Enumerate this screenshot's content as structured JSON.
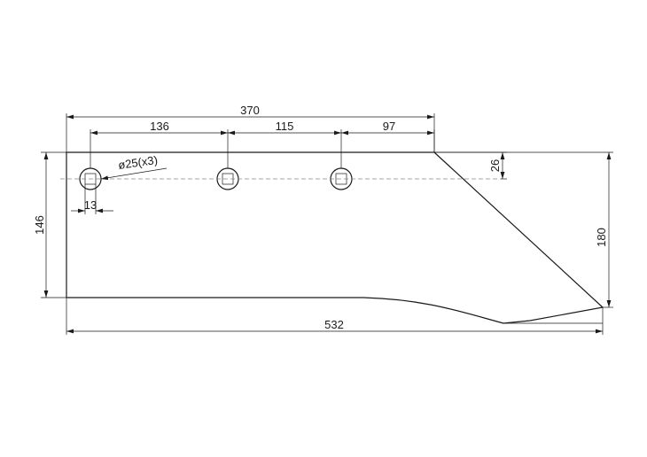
{
  "dimensions": {
    "overall_top": "370",
    "spacing_1": "136",
    "spacing_2": "115",
    "spacing_3": "97",
    "hole_label": "ø25(x3)",
    "hole_offset": "13",
    "left_height": "146",
    "top_offset": "26",
    "right_height": "180",
    "overall_bottom": "532"
  },
  "colors": {
    "line": "#1a1a1a",
    "centerline": "#888888",
    "background": "#ffffff"
  }
}
